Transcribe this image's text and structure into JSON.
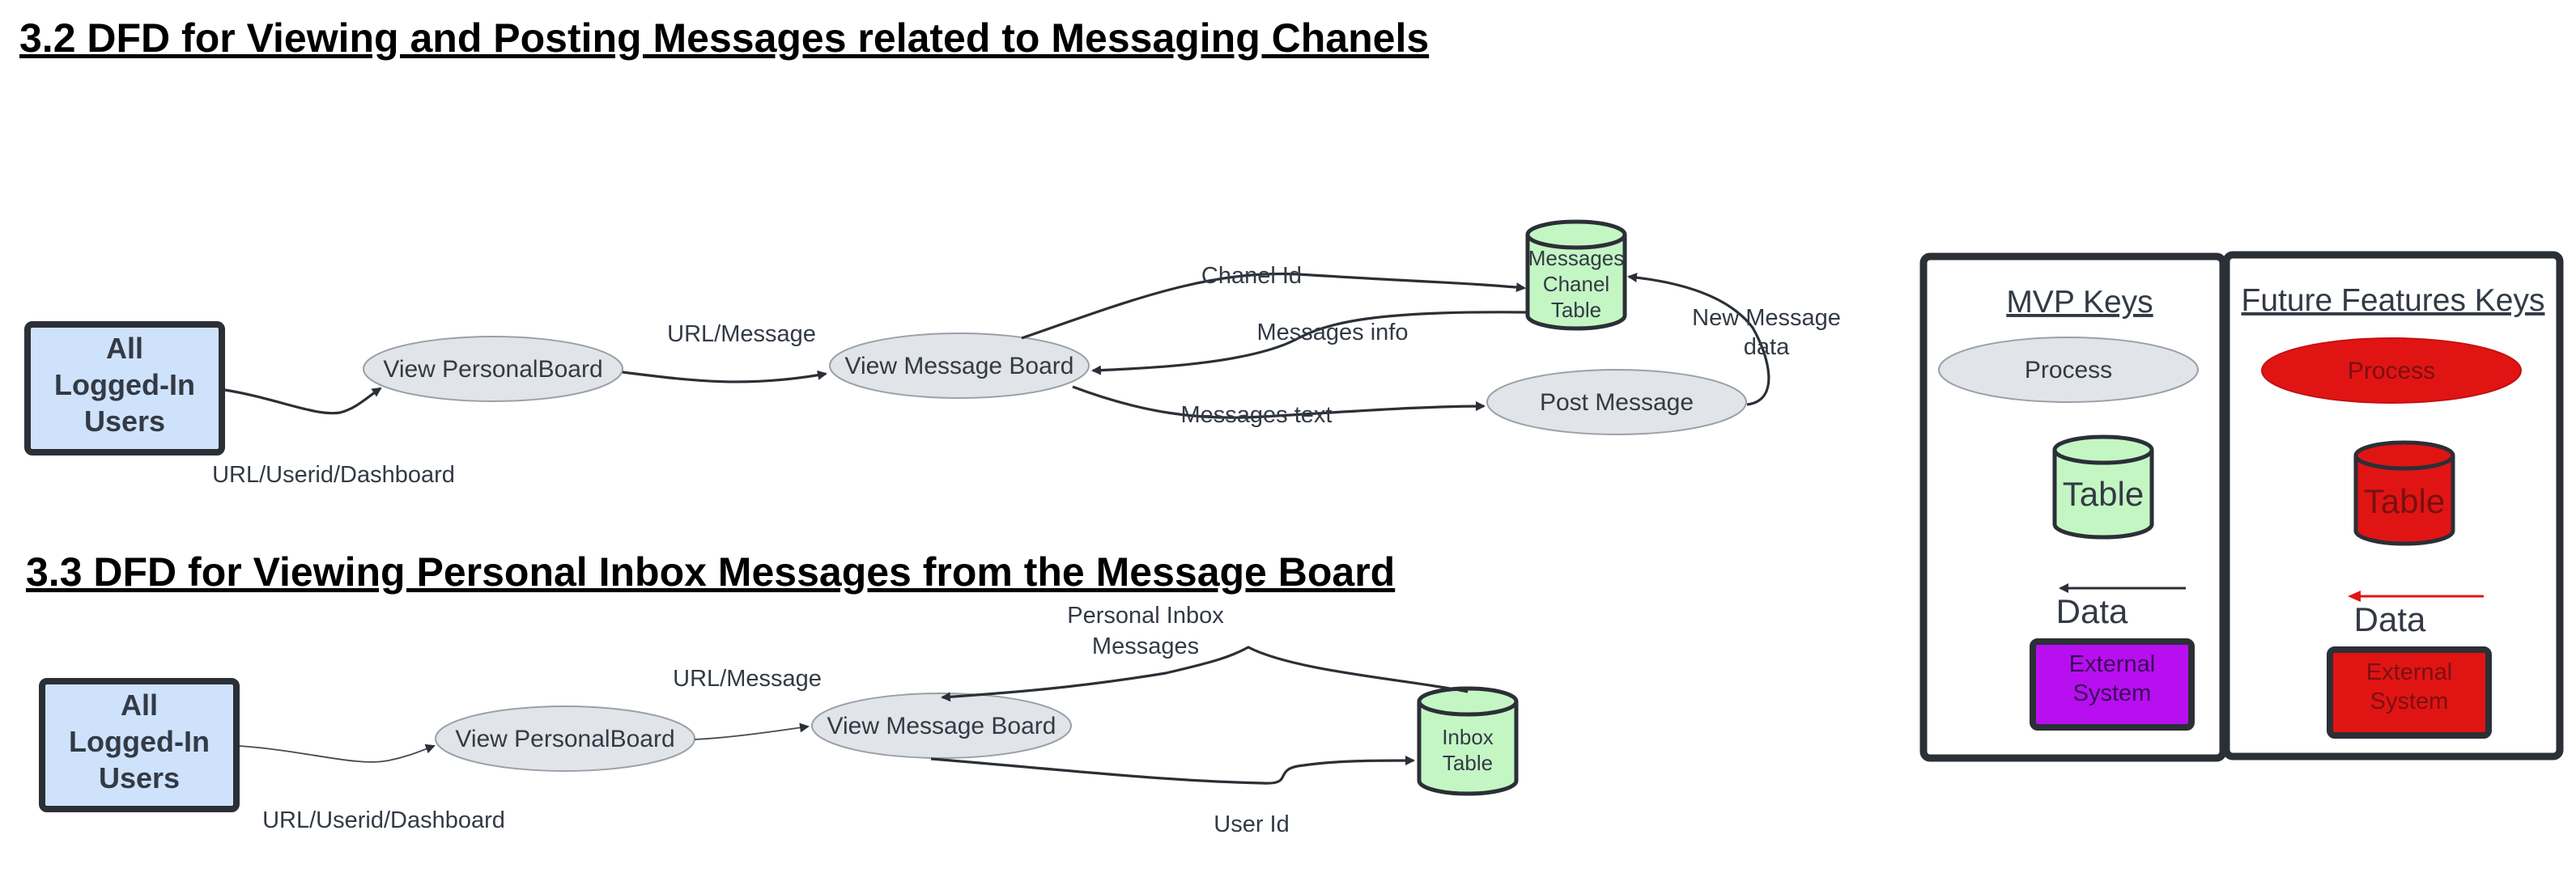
{
  "colors": {
    "external_fill": "#cfe2fc",
    "process_fill": "#e1e4e8",
    "table_fill": "#c4f6c4",
    "future_red": "#e11414",
    "future_text": "#7a1010",
    "purple_external": "#b70ff0",
    "stroke": "#2b2f36",
    "text": "#333a45"
  },
  "sections": {
    "s32": {
      "title": "3.2 DFD for Viewing and Posting Messages related to Messaging Chanels",
      "nodes": {
        "users": "All\nLogged-In\nUsers",
        "personal_board": "View PersonalBoard",
        "message_board": "View Message Board",
        "messages_table": "Messages\nChanel\nTable",
        "post_message": "Post Message"
      },
      "flows": {
        "dashboard": "URL/Userid/Dashboard",
        "url_message": "URL/Message",
        "chanel_id": "Chanel Id",
        "messages_info": "Messages info",
        "new_message_data": "New Message\ndata",
        "messages_text": "Messages text"
      }
    },
    "s33": {
      "title": "3.3 DFD for Viewing Personal Inbox Messages from the Message Board",
      "nodes": {
        "users": "All\nLogged-In\nUsers",
        "personal_board": "View PersonalBoard",
        "message_board": "View Message Board",
        "inbox_table": "Inbox\nTable"
      },
      "flows": {
        "dashboard": "URL/Userid/Dashboard",
        "url_message": "URL/Message",
        "personal_inbox": "Personal Inbox\nMessages",
        "user_id": "User Id"
      }
    }
  },
  "legend": {
    "mvp": {
      "title": "MVP Keys",
      "process": "Process",
      "table": "Table",
      "data": "Data",
      "external": "External\nSystem"
    },
    "future": {
      "title": "Future Features Keys",
      "process": "Process",
      "table": "Table",
      "data": "Data",
      "external": "External\nSystem"
    }
  }
}
